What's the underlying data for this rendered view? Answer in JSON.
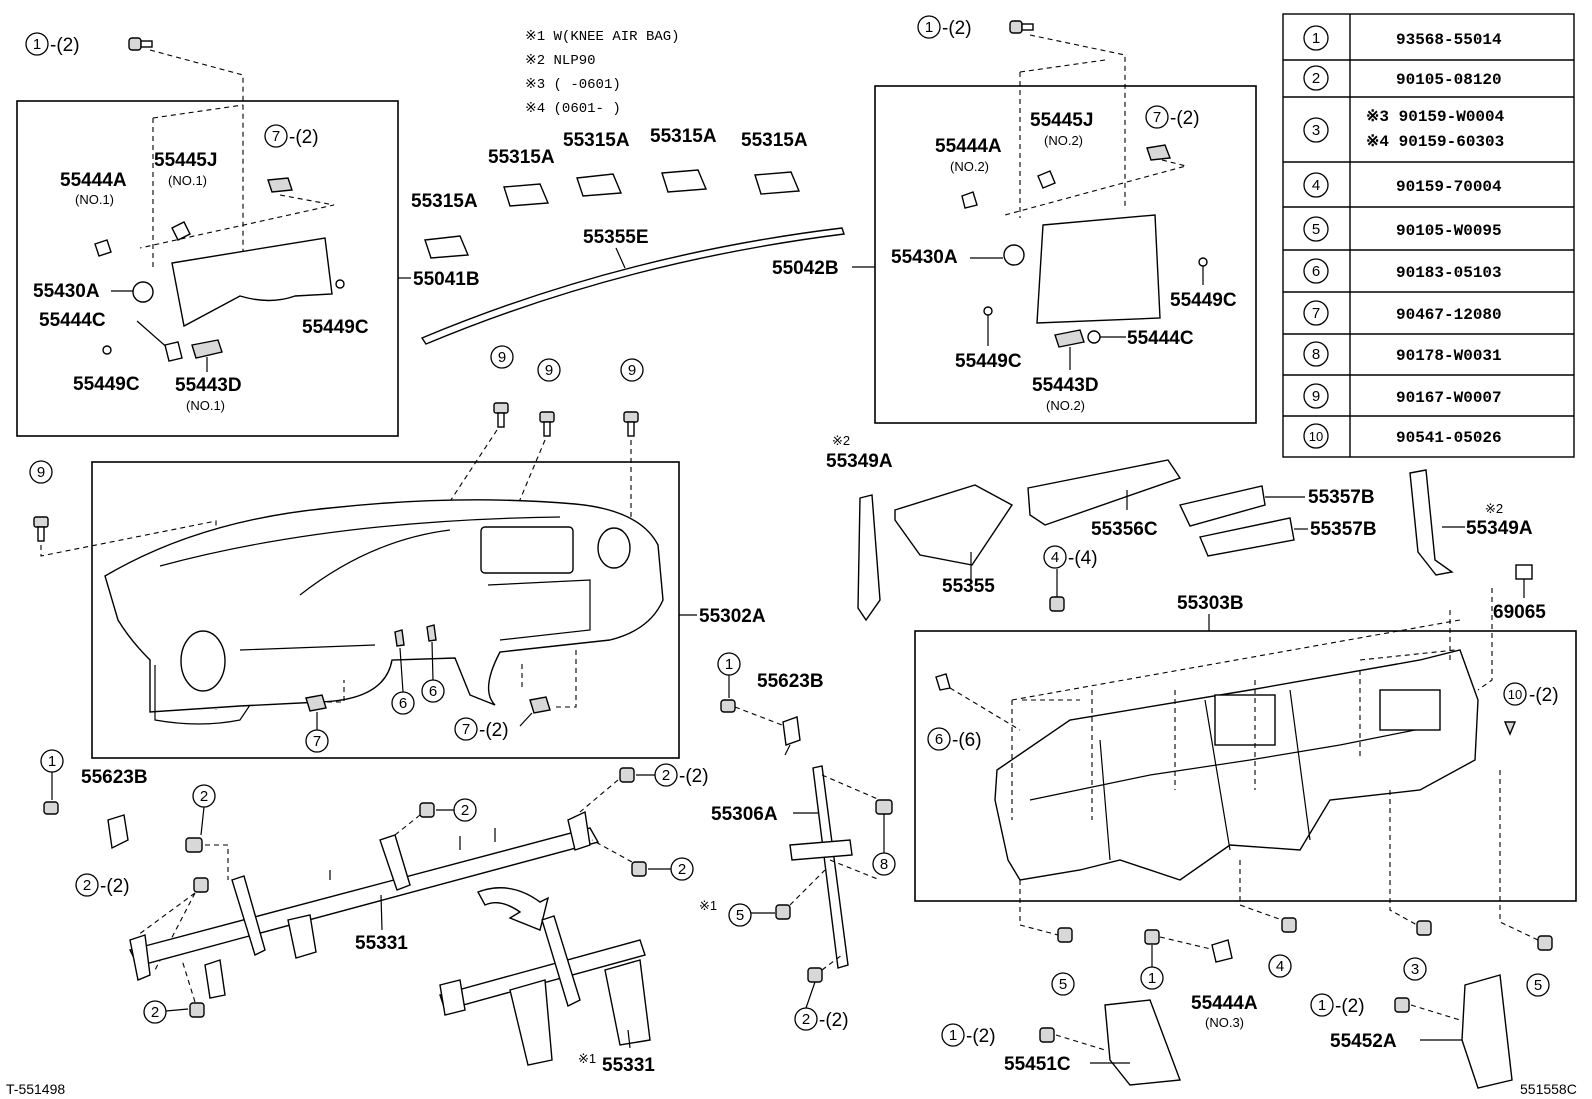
{
  "notes": [
    "※1 W(KNEE AIR BAG)",
    "※2 NLP90",
    "※3 (      -0601)",
    "※4 (0601-      )"
  ],
  "footer": {
    "left": "T-551498",
    "right": "551558C"
  },
  "table": [
    {
      "num": "1",
      "parts": [
        "93568-55014"
      ]
    },
    {
      "num": "2",
      "parts": [
        "90105-08120"
      ]
    },
    {
      "num": "3",
      "parts": [
        "※3 90159-W0004",
        "※4 90159-60303"
      ]
    },
    {
      "num": "4",
      "parts": [
        "90159-70004"
      ]
    },
    {
      "num": "5",
      "parts": [
        "90105-W0095"
      ]
    },
    {
      "num": "6",
      "parts": [
        "90183-05103"
      ]
    },
    {
      "num": "7",
      "parts": [
        "90467-12080"
      ]
    },
    {
      "num": "8",
      "parts": [
        "90178-W0031"
      ]
    },
    {
      "num": "9",
      "parts": [
        "90167-W0007"
      ]
    },
    {
      "num": "10",
      "parts": [
        "90541-05026"
      ]
    }
  ],
  "labels": {
    "p55041B": "55041B",
    "p55042B": "55042B",
    "p55444A_l": "55444A",
    "p55444A_l_sub": "(NO.1)",
    "p55445J_l": "55445J",
    "p55445J_l_sub": "(NO.1)",
    "p55430A_l": "55430A",
    "p55444C_l": "55444C",
    "p55449C_l1": "55449C",
    "p55449C_l2": "55449C",
    "p55443D_l": "55443D",
    "p55443D_l_sub": "(NO.1)",
    "p55315A_1": "55315A",
    "p55315A_2": "55315A",
    "p55315A_3": "55315A",
    "p55315A_4": "55315A",
    "p55315A_5": "55315A",
    "p55355E": "55355E",
    "p55444A_r": "55444A",
    "p55444A_r_sub": "(NO.2)",
    "p55445J_r": "55445J",
    "p55445J_r_sub": "(NO.2)",
    "p55430A_r": "55430A",
    "p55449C_r1": "55449C",
    "p55449C_r2": "55449C",
    "p55444C_r": "55444C",
    "p55443D_r": "55443D",
    "p55443D_r_sub": "(NO.2)",
    "p55302A": "55302A",
    "p55349A_l": "55349A",
    "p55349A_l_note": "※2",
    "p55356C": "55356C",
    "p55357B_1": "55357B",
    "p55357B_2": "55357B",
    "p55349A_r": "55349A",
    "p55349A_r_note": "※2",
    "p55355": "55355",
    "p55303B": "55303B",
    "p69065": "69065",
    "p55623B_r": "55623B",
    "p55623B_l": "55623B",
    "p55306A": "55306A",
    "p55331": "55331",
    "p55331_k": "55331",
    "p55331_k_note": "※1",
    "p55444A_b": "55444A",
    "p55444A_b_sub": "(NO.3)",
    "p55451C": "55451C",
    "p55452A": "55452A",
    "k1_5": "※1",
    "qty2": "-(2)",
    "qty4": "-(4)",
    "qty6": "-(6)"
  }
}
